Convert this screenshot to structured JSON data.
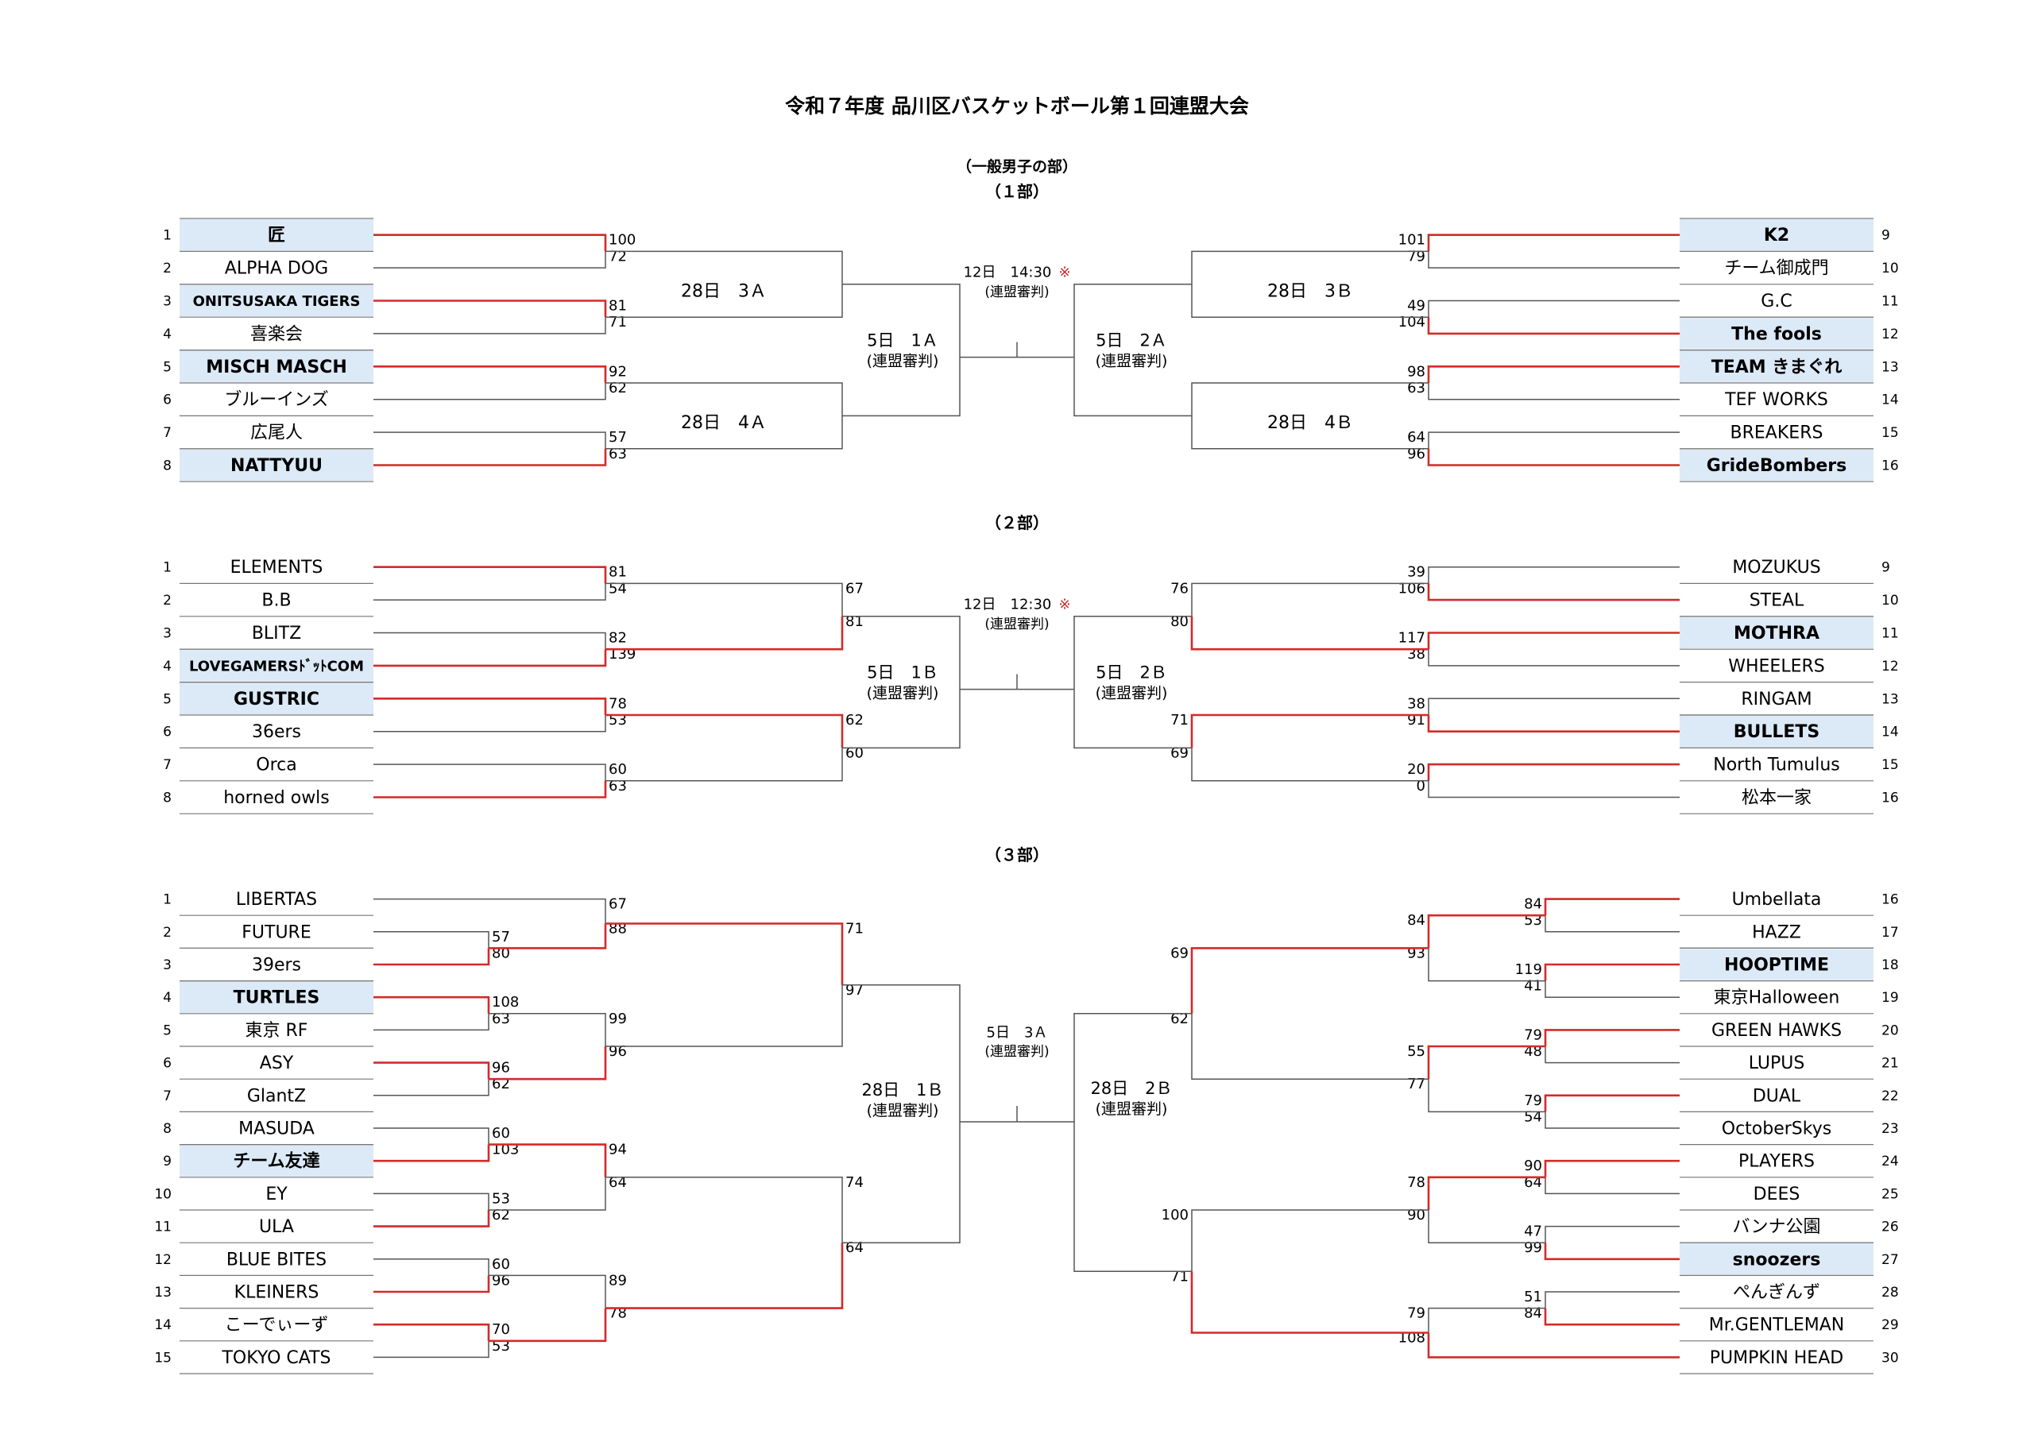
{
  "title": "令和７年度 品川区バスケットボール第１回連盟大会",
  "category": "（一般男子の部）",
  "colors": {
    "win": "#d42a2a",
    "line": "#555555",
    "seed_fill": "#dce9f7",
    "mark": "#d42a2a"
  },
  "divisions": [
    {
      "label": "（１部）",
      "left": {
        "teams": [
          {
            "no": "1",
            "name": "匠",
            "seed": true
          },
          {
            "no": "2",
            "name": "ALPHA DOG",
            "seed": false
          },
          {
            "no": "3",
            "name": "ONITSUSAKA TIGERS",
            "seed": true
          },
          {
            "no": "4",
            "name": "喜楽会",
            "seed": false
          },
          {
            "no": "5",
            "name": "MISCH MASCH",
            "seed": true
          },
          {
            "no": "6",
            "name": "ブルーインズ",
            "seed": false
          },
          {
            "no": "7",
            "name": "広尾人",
            "seed": false
          },
          {
            "no": "8",
            "name": "NATTYUU",
            "seed": true
          }
        ],
        "r1": [
          {
            "top": "100",
            "bottom": "72",
            "winner": "top"
          },
          {
            "top": "81",
            "bottom": "71",
            "winner": "top"
          },
          {
            "top": "92",
            "bottom": "62",
            "winner": "top"
          },
          {
            "top": "57",
            "bottom": "63",
            "winner": "bottom"
          }
        ],
        "r2_labels": [
          "28日　3Ａ",
          "28日　4Ａ"
        ],
        "semi_label": [
          "5日　1Ａ",
          "(連盟審判)"
        ]
      },
      "right": {
        "teams": [
          {
            "no": "9",
            "name": "K2",
            "seed": true
          },
          {
            "no": "10",
            "name": "チーム御成門",
            "seed": false
          },
          {
            "no": "11",
            "name": "G.C",
            "seed": false
          },
          {
            "no": "12",
            "name": "The fools",
            "seed": true
          },
          {
            "no": "13",
            "name": "TEAM きまぐれ",
            "seed": true
          },
          {
            "no": "14",
            "name": "TEF WORKS",
            "seed": false
          },
          {
            "no": "15",
            "name": "BREAKERS",
            "seed": false
          },
          {
            "no": "16",
            "name": "GrideBombers",
            "seed": true
          }
        ],
        "r1": [
          {
            "top": "101",
            "bottom": "79",
            "winner": "top"
          },
          {
            "top": "49",
            "bottom": "104",
            "winner": "bottom"
          },
          {
            "top": "98",
            "bottom": "63",
            "winner": "top"
          },
          {
            "top": "64",
            "bottom": "96",
            "winner": "bottom"
          }
        ],
        "r2_labels": [
          "28日　3Ｂ",
          "28日　4Ｂ"
        ],
        "semi_label": [
          "5日　2Ａ",
          "(連盟審判)"
        ]
      },
      "final_label": [
        "12日　14:30",
        "(連盟審判)"
      ],
      "final_mark": "※"
    },
    {
      "label": "（２部）",
      "left": {
        "teams": [
          {
            "no": "1",
            "name": "ELEMENTS",
            "seed": false
          },
          {
            "no": "2",
            "name": "B.B",
            "seed": false
          },
          {
            "no": "3",
            "name": "BLITZ",
            "seed": false
          },
          {
            "no": "4",
            "name": "LOVEGAMERSﾄﾞｯﾄCOM",
            "seed": true
          },
          {
            "no": "5",
            "name": "GUSTRIC",
            "seed": true
          },
          {
            "no": "6",
            "name": "36ers",
            "seed": false
          },
          {
            "no": "7",
            "name": "Orca",
            "seed": false
          },
          {
            "no": "8",
            "name": "horned owls",
            "seed": false
          }
        ],
        "r1": [
          {
            "top": "81",
            "bottom": "54",
            "winner": "top"
          },
          {
            "top": "82",
            "bottom": "139",
            "winner": "bottom"
          },
          {
            "top": "78",
            "bottom": "53",
            "winner": "top"
          },
          {
            "top": "60",
            "bottom": "63",
            "winner": "bottom"
          }
        ],
        "r2": [
          {
            "top": "67",
            "bottom": "81",
            "winner": "bottom"
          },
          {
            "top": "62",
            "bottom": "60",
            "winner": "top"
          }
        ],
        "semi_label": [
          "5日　1Ｂ",
          "(連盟審判)"
        ]
      },
      "right": {
        "teams": [
          {
            "no": "9",
            "name": "MOZUKUS",
            "seed": false
          },
          {
            "no": "10",
            "name": "STEAL",
            "seed": false
          },
          {
            "no": "11",
            "name": "MOTHRA",
            "seed": true
          },
          {
            "no": "12",
            "name": "WHEELERS",
            "seed": false
          },
          {
            "no": "13",
            "name": "RINGAM",
            "seed": false
          },
          {
            "no": "14",
            "name": "BULLETS",
            "seed": true
          },
          {
            "no": "15",
            "name": "North Tumulus",
            "seed": false
          },
          {
            "no": "16",
            "name": "松本一家",
            "seed": false
          }
        ],
        "r1": [
          {
            "top": "39",
            "bottom": "106",
            "winner": "bottom"
          },
          {
            "top": "117",
            "bottom": "38",
            "winner": "top"
          },
          {
            "top": "38",
            "bottom": "91",
            "winner": "bottom"
          },
          {
            "top": "20",
            "bottom": "0",
            "winner": "top"
          }
        ],
        "r2": [
          {
            "top": "76",
            "bottom": "80",
            "winner": "bottom"
          },
          {
            "top": "71",
            "bottom": "69",
            "winner": "top"
          }
        ],
        "semi_label": [
          "5日　2Ｂ",
          "(連盟審判)"
        ]
      },
      "final_label": [
        "12日　12:30",
        "(連盟審判)"
      ],
      "final_mark": "※"
    },
    {
      "label": "（３部）",
      "left": {
        "teams": [
          {
            "no": "1",
            "name": "LIBERTAS",
            "seed": false
          },
          {
            "no": "2",
            "name": "FUTURE",
            "seed": false
          },
          {
            "no": "3",
            "name": "39ers",
            "seed": false
          },
          {
            "no": "4",
            "name": "TURTLES",
            "seed": true
          },
          {
            "no": "5",
            "name": "東京 RF",
            "seed": false
          },
          {
            "no": "6",
            "name": "ASY",
            "seed": false
          },
          {
            "no": "7",
            "name": "GlantZ",
            "seed": false
          },
          {
            "no": "8",
            "name": "MASUDA",
            "seed": false
          },
          {
            "no": "9",
            "name": "チーム友達",
            "seed": true
          },
          {
            "no": "10",
            "name": "EY",
            "seed": false
          },
          {
            "no": "11",
            "name": "ULA",
            "seed": false
          },
          {
            "no": "12",
            "name": "BLUE BITES",
            "seed": false
          },
          {
            "no": "13",
            "name": "KLEINERS",
            "seed": false
          },
          {
            "no": "14",
            "name": "こーでぃーず",
            "seed": false
          },
          {
            "no": "15",
            "name": "TOKYO CATS",
            "seed": false
          }
        ],
        "r1": [
          {
            "top": "57",
            "bottom": "80",
            "winner": "bottom"
          },
          {
            "top": "108",
            "bottom": "63",
            "winner": "top"
          },
          {
            "top": "96",
            "bottom": "62",
            "winner": "top"
          },
          {
            "top": "60",
            "bottom": "103",
            "winner": "bottom"
          },
          {
            "top": "53",
            "bottom": "62",
            "winner": "bottom"
          },
          {
            "top": "60",
            "bottom": "96",
            "winner": "bottom"
          },
          {
            "top": "70",
            "bottom": "53",
            "winner": "top"
          }
        ],
        "r2": [
          {
            "top": "67",
            "bottom": "88",
            "winner": "bottom"
          },
          {
            "top": "99",
            "bottom": "96",
            "winner": "bottom"
          },
          {
            "top": "94",
            "bottom": "64",
            "winner": "top"
          },
          {
            "top": "89",
            "bottom": "78",
            "winner": "bottom"
          }
        ],
        "r3": [
          {
            "top": "71",
            "bottom": "97",
            "winner": "top"
          },
          {
            "top": "74",
            "bottom": "64",
            "winner": "bottom"
          }
        ],
        "semi_label": [
          "28日　1Ｂ",
          "(連盟審判)"
        ]
      },
      "right": {
        "teams": [
          {
            "no": "16",
            "name": "Umbellata",
            "seed": false
          },
          {
            "no": "17",
            "name": "HAZZ",
            "seed": false
          },
          {
            "no": "18",
            "name": "HOOPTIME",
            "seed": true
          },
          {
            "no": "19",
            "name": "東京Halloween",
            "seed": false
          },
          {
            "no": "20",
            "name": "GREEN HAWKS",
            "seed": false
          },
          {
            "no": "21",
            "name": "LUPUS",
            "seed": false
          },
          {
            "no": "22",
            "name": "DUAL",
            "seed": false
          },
          {
            "no": "23",
            "name": "OctoberSkys",
            "seed": false
          },
          {
            "no": "24",
            "name": "PLAYERS",
            "seed": false
          },
          {
            "no": "25",
            "name": "DEES",
            "seed": false
          },
          {
            "no": "26",
            "name": "バンナ公園",
            "seed": false
          },
          {
            "no": "27",
            "name": "snoozers",
            "seed": true
          },
          {
            "no": "28",
            "name": "ぺんぎんず",
            "seed": false
          },
          {
            "no": "29",
            "name": "Mr.GENTLEMAN",
            "seed": false
          },
          {
            "no": "30",
            "name": "PUMPKIN HEAD",
            "seed": false
          }
        ],
        "r1": [
          {
            "top": "84",
            "bottom": "53",
            "winner": "top"
          },
          {
            "top": "119",
            "bottom": "41",
            "winner": "top"
          },
          {
            "top": "79",
            "bottom": "48",
            "winner": "top"
          },
          {
            "top": "79",
            "bottom": "54",
            "winner": "top"
          },
          {
            "top": "90",
            "bottom": "64",
            "winner": "top"
          },
          {
            "top": "47",
            "bottom": "99",
            "winner": "bottom"
          },
          {
            "top": "51",
            "bottom": "84",
            "winner": "bottom"
          }
        ],
        "r2": [
          {
            "top": "84",
            "bottom": "93",
            "winner": "top"
          },
          {
            "top": "55",
            "bottom": "77",
            "winner": "top"
          },
          {
            "top": "78",
            "bottom": "90",
            "winner": "top"
          },
          {
            "top": "79",
            "bottom": "108",
            "winner": "bottom"
          }
        ],
        "r3": [
          {
            "top": "69",
            "bottom": "62",
            "winner": "top"
          },
          {
            "top": "100",
            "bottom": "71",
            "winner": "bottom"
          }
        ],
        "semi_label": [
          "28日　2Ｂ",
          "(連盟審判)"
        ]
      },
      "final_label": [
        "5日　3Ａ",
        "(連盟審判)"
      ],
      "final_mark": ""
    }
  ]
}
